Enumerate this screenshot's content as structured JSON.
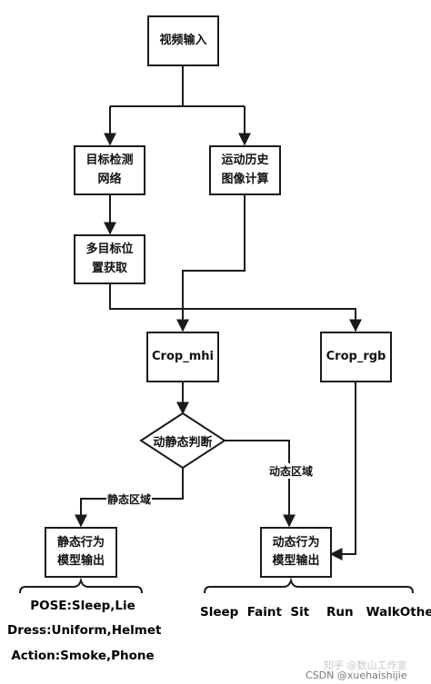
{
  "nodes": {
    "video_input": "视频输入",
    "detect_net": "目标检测\n网络",
    "motion_history": "运动历史\n图像计算",
    "multi_target": "多目标位\n置获取",
    "crop_mhi": "Crop_mhi",
    "crop_rgb": "Crop_rgb",
    "judge": "动静态判断",
    "static_model": "静态行为\n模型输出",
    "dynamic_model": "动态行为\n模型输出"
  },
  "edge_labels": {
    "static_region": "静态区域",
    "dynamic_region": "动态区域"
  },
  "outputs": {
    "static_lines": [
      "POSE:Sleep,Lie",
      "Dress:Uniform,Helmet",
      "Action:Smoke,Phone"
    ],
    "dynamic_line": "Sleep  Faint  Sit    Run   WalkOther"
  },
  "watermark": {
    "zhihu": "知乎 @数山工作室",
    "csdn": "CSDN @xuehaishijie"
  },
  "colors": {
    "stroke": "#1a1a1a",
    "text": "#111111"
  }
}
